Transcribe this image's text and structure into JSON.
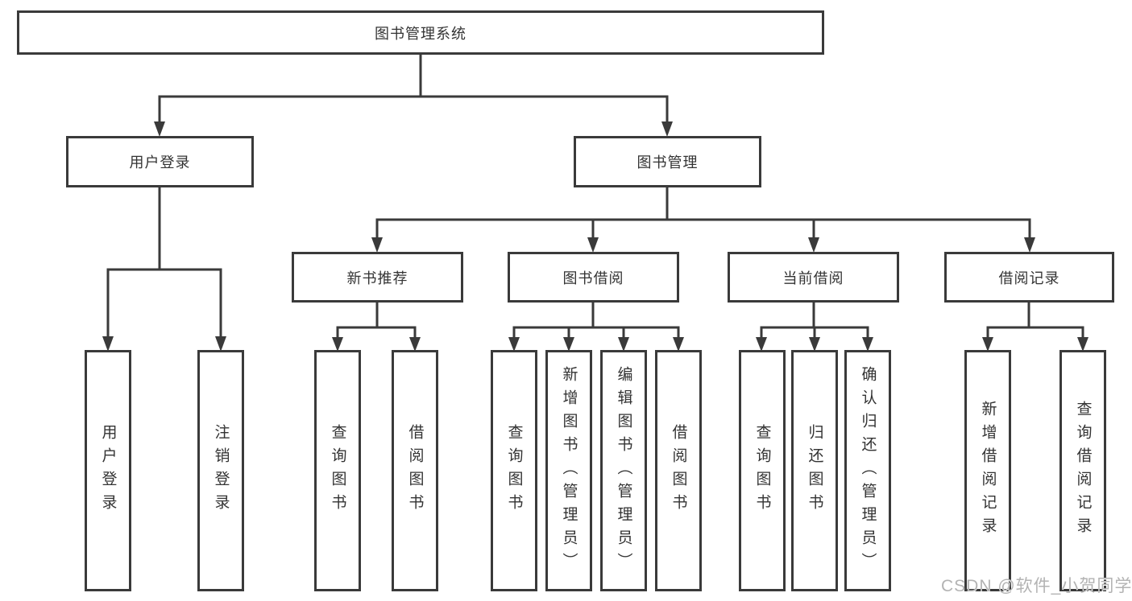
{
  "tree": {
    "root": "图书管理系统",
    "branches": [
      {
        "label": "用户登录",
        "children": [
          "用户登录",
          "注销登录"
        ]
      },
      {
        "label": "图书管理",
        "sections": [
          {
            "label": "新书推荐",
            "children": [
              "查询图书",
              "借阅图书"
            ]
          },
          {
            "label": "图书借阅",
            "children": [
              "查询图书",
              "新增图书（管理员）",
              "编辑图书（管理员）",
              "借阅图书"
            ]
          },
          {
            "label": "当前借阅",
            "children": [
              "查询图书",
              "归还图书",
              "确认归还（管理员）"
            ]
          },
          {
            "label": "借阅记录",
            "children": [
              "新增借阅记录",
              "查询借阅记录"
            ]
          }
        ]
      }
    ]
  },
  "watermark": {
    "text": "CSDN @软件_小贺同学"
  },
  "colors": {
    "line": "#3a3a3a",
    "box_border": "#3a3a3a",
    "text": "#333333",
    "watermark": "#b3b3b3",
    "background": "#ffffff"
  }
}
